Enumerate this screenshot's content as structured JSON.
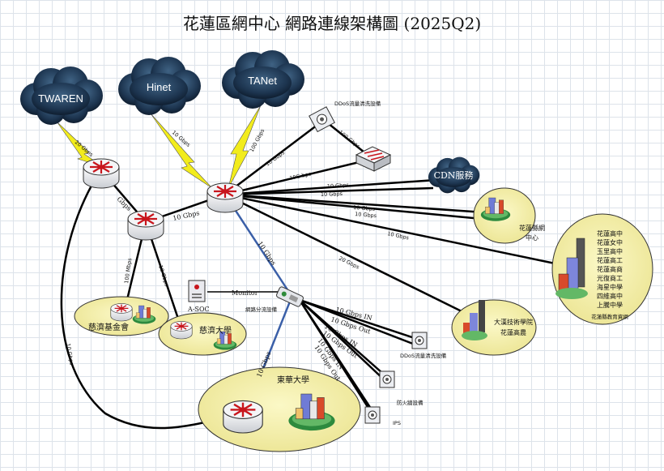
{
  "title": "花蓮區網中心 網路連線架構圖 (2025Q2)",
  "clouds": {
    "twaren": "TWAREN",
    "hinet": "Hinet",
    "tanet": "TANet",
    "cdn": "CDN服務"
  },
  "links": {
    "twaren_20g": "20 Gbps",
    "hinet_10g": "10 Gbps",
    "tanet_100g": "100 Gbps",
    "twaren_router_gbps": "Gbps",
    "core_to_router2": "10 Gbps",
    "ddos_top_10g": "10 Gbps",
    "ddos_top_100g": "100 Gbps",
    "fw_10g": "10G bps",
    "cdn_10g_a": "10 Gbps",
    "cdn_10g_b": "10 Gbps",
    "hlcc_10g_a": "10 Gbps",
    "hlcc_10g_b": "10 Gbps",
    "schools_10g": "10 Gbps",
    "dahan_20g": "20 Gbps",
    "core_to_traffic": "10 Gbps",
    "tzuchi_found_100m": "100 Mbps",
    "tzuchi_univ_10g": "10 Gbps",
    "ndhu_left_10g": "10 Gbps",
    "ndhu_traffic_10g": "10 Gbps",
    "monitor": "Monitor",
    "ddos_in": "10 Gbps IN",
    "ddos_out": "10 Gbps Out",
    "fw_in": "10 Gbps IN",
    "fw_out": "10 Gbps Out",
    "ips_in": "10 Gbps IN",
    "ips_out": "10 Gbps Out"
  },
  "devices": {
    "ddos_top": "DDoS流量清洗設備",
    "asoc": "A-SOC",
    "traffic_splitter": "網路分流設備",
    "ddos_bottom": "DDoS流量清洗設備",
    "firewall": "防火牆設備",
    "ips": "IPS"
  },
  "sites": {
    "hualien_county": [
      "花蓮縣網",
      "中心"
    ],
    "schools": [
      "花蓮高中",
      "花蓮女中",
      "玉里高中",
      "花蓮高工",
      "花蓮高商",
      "光復商工",
      "海星中學",
      "四維高中",
      "上騰中學",
      "花蓮縣教育資網"
    ],
    "dahan": [
      "大漢技術學院",
      "花蓮高農"
    ],
    "tzuchi_foundation": "慈濟基金會",
    "tzuchi_university": "慈濟大學",
    "ndhu": "東華大學"
  },
  "colors": {
    "line": "#000000",
    "blue_line": "#3a5fa8",
    "olive_line": "#6e7d3a",
    "lightning": "#f2ec1c",
    "site_fill": "#f3ef9a",
    "cloud": "#1f3a55"
  }
}
